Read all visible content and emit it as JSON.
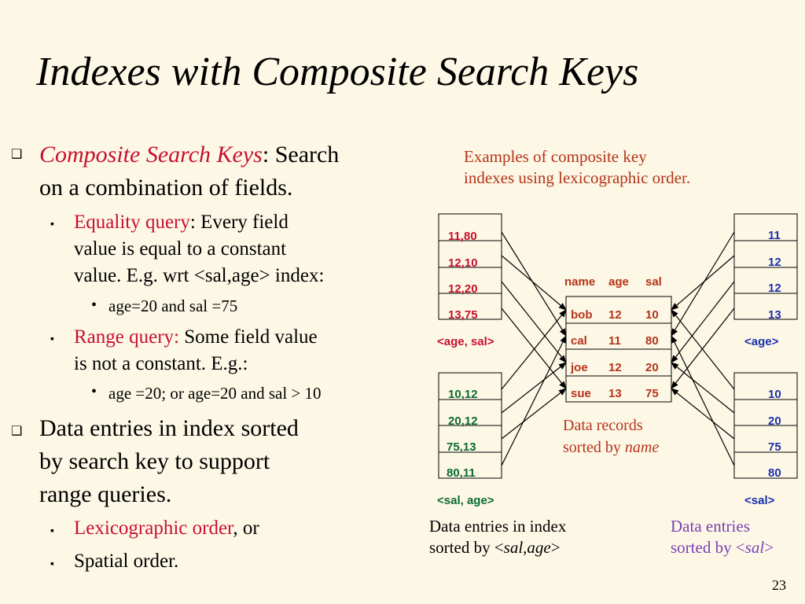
{
  "title": "Indexes with Composite Search Keys",
  "bullets": {
    "b1_term": "Composite Search Keys",
    "b1_colon": ":",
    "b1_rest_line1": " Search",
    "b1_line2": "on a combination of fields.",
    "eq_term": "Equality query",
    "eq_line1_rest": ": Every field",
    "eq_line2": "value is equal to a constant",
    "eq_line3": "value. E.g. wrt <sal,age> index:",
    "eq_example": "age=20 and sal =75",
    "range_term": "Range query:",
    "range_line1_rest": " Some field value",
    "range_line2": "is not a constant. E.g.:",
    "range_example": "age =20; or age=20 and sal > 10",
    "b2_line1": "Data entries in index sorted",
    "b2_line2": "by search key to support",
    "b2_line3": "range queries.",
    "lex_term": "Lexicographic order",
    "lex_rest": ", or",
    "spatial": "Spatial order."
  },
  "captions": {
    "examples_line1": "Examples of composite key",
    "examples_line2": "indexes using lexicographic order.",
    "records_line1": "Data records",
    "records_line2_a": "sorted by ",
    "records_line2_b": "name",
    "left_entries_line1": "Data entries in index",
    "left_entries_line2_a": "sorted by <",
    "left_entries_line2_b": "sal,age",
    "left_entries_line2_c": ">",
    "right_entries_line1": "Data entries",
    "right_entries_line2_a": "sorted by <",
    "right_entries_line2_b": "sal",
    "right_entries_line2_c": ">"
  },
  "diagram": {
    "age_sal_entries": [
      "11,80",
      "12,10",
      "12,20",
      "13,75"
    ],
    "age_sal_label": "<age, sal>",
    "sal_age_entries": [
      "10,12",
      "20,12",
      "75,13",
      "80,11"
    ],
    "sal_age_label": "<sal, age>",
    "age_entries": [
      "11",
      "12",
      "12",
      "13"
    ],
    "age_label": "<age>",
    "sal_entries": [
      "10",
      "20",
      "75",
      "80"
    ],
    "sal_label": "<sal>",
    "record_headers": [
      "name",
      "age",
      "sal"
    ],
    "records": [
      [
        "bob",
        "12",
        "10"
      ],
      [
        "cal",
        "11",
        "80"
      ],
      [
        "joe",
        "12",
        "20"
      ],
      [
        "sue",
        "13",
        "75"
      ]
    ]
  },
  "colors": {
    "background": "#fdf8e6",
    "age_sal": "#c8102e",
    "sal_age": "#0b6b2e",
    "age_only": "#1a2fb0",
    "sal_only": "#1a2fb0",
    "records": "#b5331a"
  },
  "page_number": "23"
}
